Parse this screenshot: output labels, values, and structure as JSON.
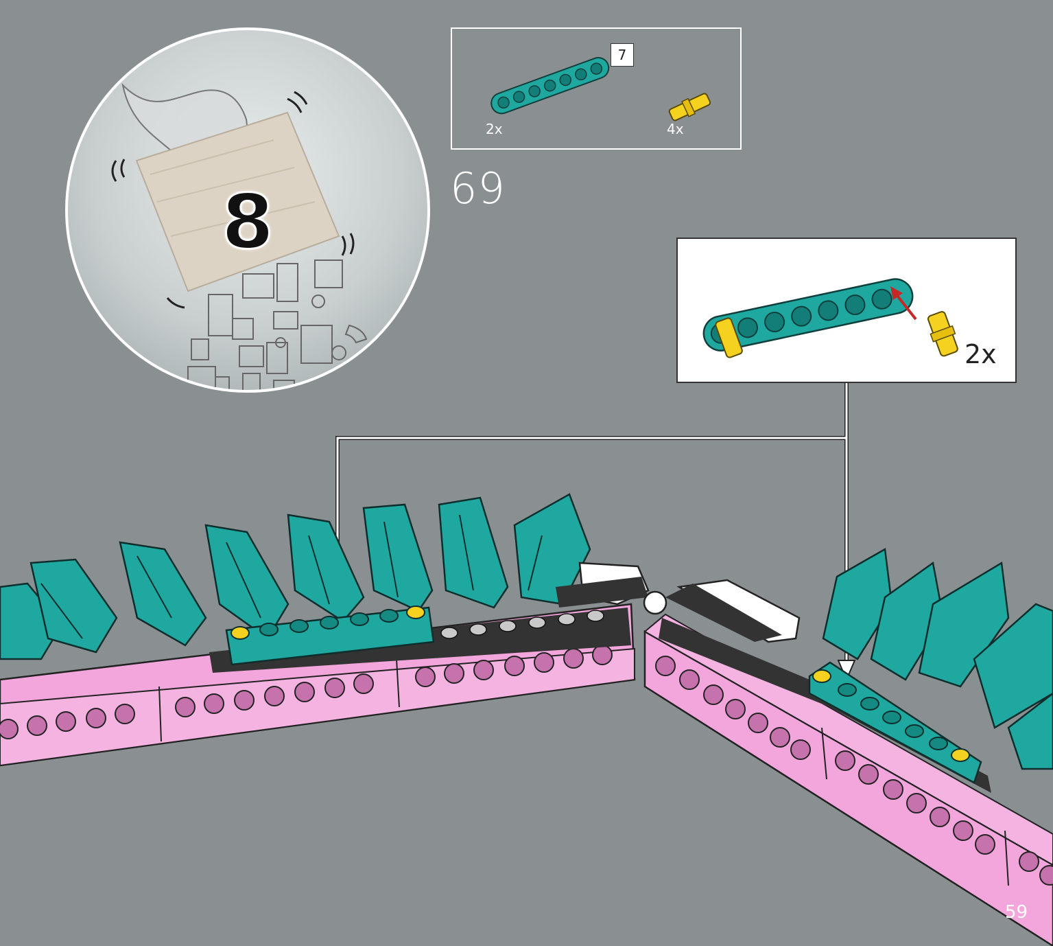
{
  "bag": {
    "number": "8",
    "icon": "bag-opening-icon"
  },
  "parts_list": {
    "box_number": "7",
    "items": [
      {
        "icon": "teal-beam-7-icon",
        "qty": "2x",
        "color": "#1fa8a0"
      },
      {
        "icon": "yellow-connector-pin-icon",
        "qty": "4x",
        "color": "#f4d21f"
      }
    ]
  },
  "step": {
    "number": "69"
  },
  "callout": {
    "qty": "2x",
    "icon": "beam-with-pins-icon",
    "arrow_color": "#c62828"
  },
  "page": {
    "number": "59"
  },
  "colors": {
    "background": "#8a9092",
    "teal": "#1fa8a0",
    "pink": "#f3a6dc",
    "yellow": "#f4d21f",
    "white": "#ffffff"
  }
}
